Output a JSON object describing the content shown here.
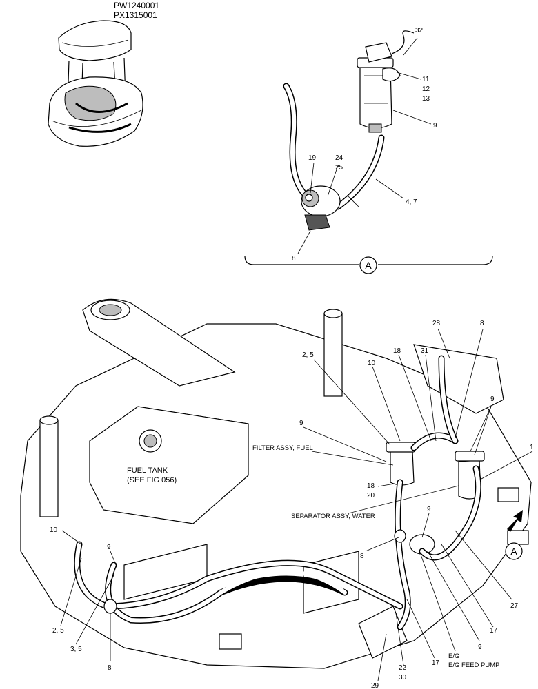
{
  "model_codes": [
    "PW1240001",
    "PX1315001"
  ],
  "detail_view_marker": "A",
  "view_arrow_marker": "A",
  "callouts": [
    {
      "id": "c32",
      "text": "32"
    },
    {
      "id": "c11",
      "text": "11"
    },
    {
      "id": "c12",
      "text": "12"
    },
    {
      "id": "c13",
      "text": "13"
    },
    {
      "id": "c9a",
      "text": "9"
    },
    {
      "id": "c24",
      "text": "24"
    },
    {
      "id": "c25",
      "text": "25"
    },
    {
      "id": "c19",
      "text": "19"
    },
    {
      "id": "c47",
      "text": "4, 7"
    },
    {
      "id": "c8a",
      "text": "8"
    },
    {
      "id": "c28",
      "text": "28"
    },
    {
      "id": "c8b",
      "text": "8"
    },
    {
      "id": "c25b",
      "text": "2, 5"
    },
    {
      "id": "c18a",
      "text": "18"
    },
    {
      "id": "c31",
      "text": "31"
    },
    {
      "id": "c10a",
      "text": "10"
    },
    {
      "id": "c9b",
      "text": "9"
    },
    {
      "id": "c9c",
      "text": "9"
    },
    {
      "id": "c1",
      "text": "1"
    },
    {
      "id": "c18b",
      "text": "18"
    },
    {
      "id": "c20",
      "text": "20"
    },
    {
      "id": "c9d",
      "text": "9"
    },
    {
      "id": "c8c",
      "text": "8"
    },
    {
      "id": "c10b",
      "text": "10"
    },
    {
      "id": "c9e",
      "text": "9"
    },
    {
      "id": "c27",
      "text": "27"
    },
    {
      "id": "c17a",
      "text": "17"
    },
    {
      "id": "c9f",
      "text": "9"
    },
    {
      "id": "c25c",
      "text": "2, 5"
    },
    {
      "id": "c35",
      "text": "3, 5"
    },
    {
      "id": "c8d",
      "text": "8"
    },
    {
      "id": "c29",
      "text": "29"
    },
    {
      "id": "c22",
      "text": "22"
    },
    {
      "id": "c30",
      "text": "30"
    },
    {
      "id": "c17b",
      "text": "17"
    }
  ],
  "labels": {
    "filter": "FILTER ASSY, FUEL",
    "fuel_tank_1": "FUEL TANK",
    "fuel_tank_2": "(SEE FIG 056)",
    "separator": "SEPARATOR ASSY, WATER",
    "eg": "E/G",
    "eg_pump": "E/G FEED PUMP"
  }
}
